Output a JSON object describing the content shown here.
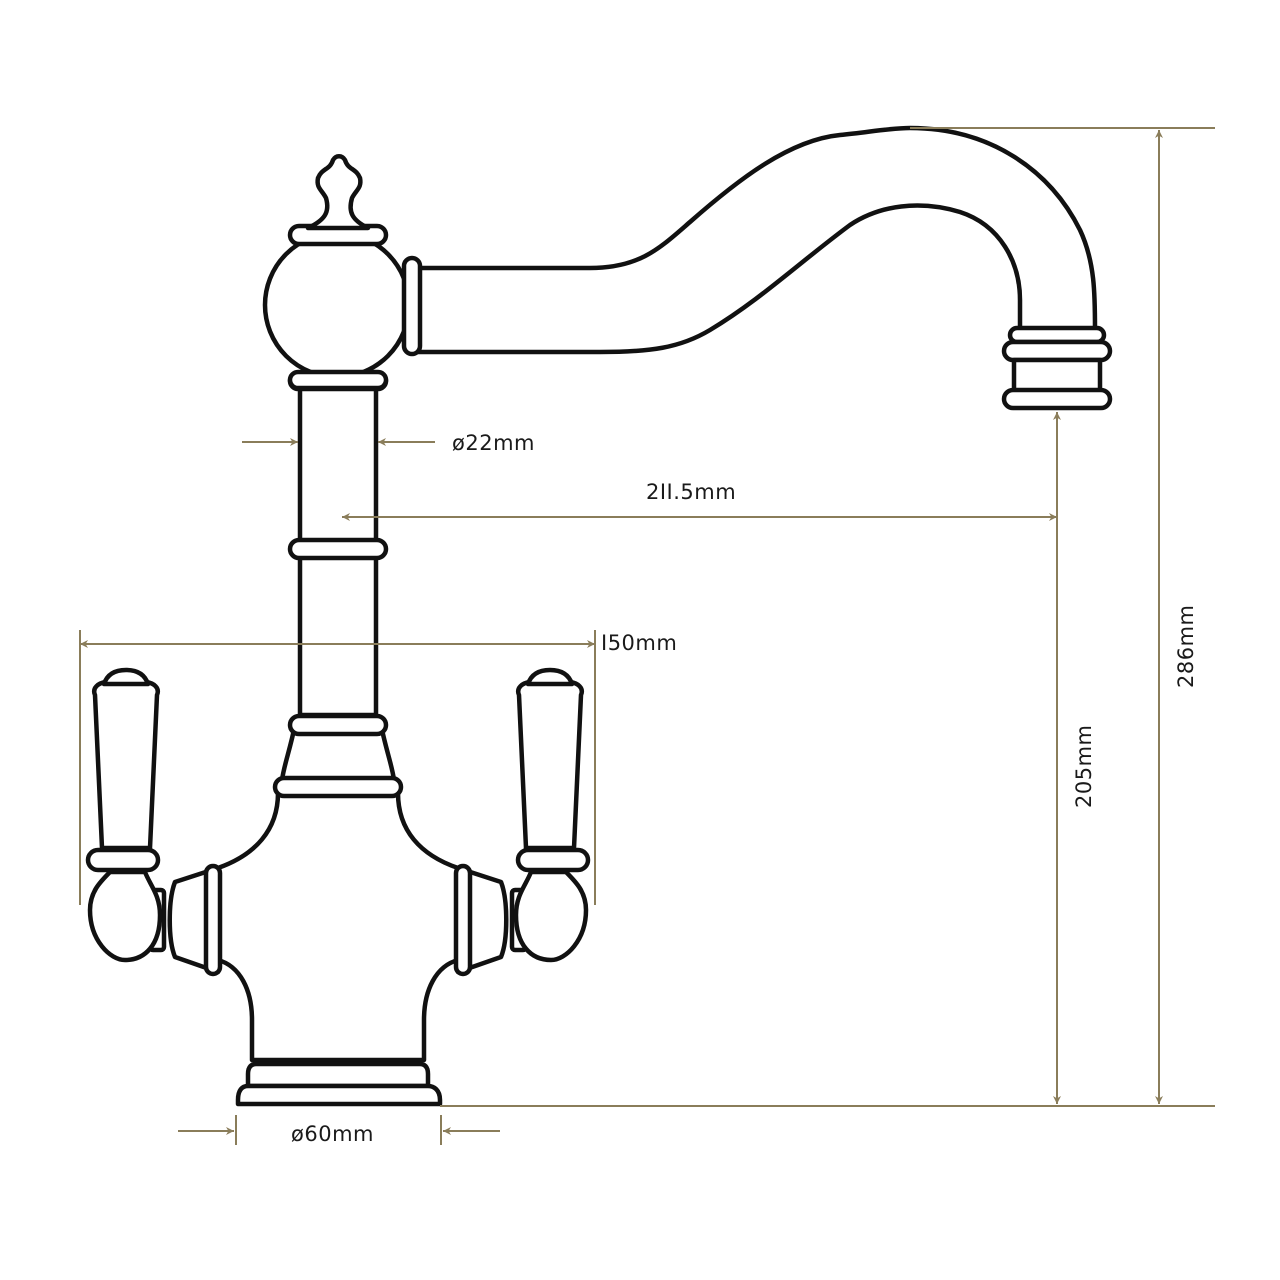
{
  "diagram": {
    "subject": "Two-handle kitchen mixer tap, side elevation",
    "colors": {
      "outline": "#111111",
      "dimension_line": "#8a7d5a",
      "text": "#1a1a1a",
      "background": "#ffffff"
    },
    "dimensions": {
      "body_diameter": "ø22mm",
      "spout_reach": "2II.5mm",
      "handle_span": "I50mm",
      "spout_height": "205mm",
      "overall_height": "286mm",
      "base_diameter": "ø60mm"
    }
  }
}
